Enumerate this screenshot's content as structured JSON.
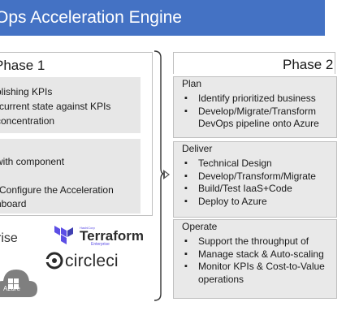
{
  "title": "Ops Acceleration Engine",
  "left_phase": {
    "heading": "Phase 1",
    "box1_lines": [
      "plishing KPIs",
      "current state against KPIs",
      "concentration"
    ],
    "box2_lines": [
      "with component",
      "Configure the Acceleration",
      "hboard"
    ]
  },
  "logos": {
    "partial_text": "rise",
    "terraform": {
      "top": "HashiCorp",
      "name": "Terraform",
      "edition": "Enterprise"
    },
    "circleci": "circleci",
    "azure": "Azure"
  },
  "right_phase": {
    "heading": "Phase 2",
    "sections": [
      {
        "title": "Plan",
        "items": [
          "Identify prioritized business",
          "Develop/Migrate/Transform",
          "DevOps pipeline onto Azure"
        ]
      },
      {
        "title": "Deliver",
        "items": [
          "Technical Design",
          "Develop/Transform/Migrate",
          "Build/Test IaaS+Code",
          "Deploy to Azure"
        ]
      },
      {
        "title": "Operate",
        "items": [
          "Support the throughput of",
          "Manage stack & Auto-scaling",
          "Monitor KPIs & Cost-to-Value",
          "operations"
        ]
      }
    ]
  },
  "colors": {
    "title_bg": "#4472c4",
    "box_bg": "#e7e7e7",
    "terraform": "#5c4ee5",
    "azure": "#7f7f7f"
  }
}
